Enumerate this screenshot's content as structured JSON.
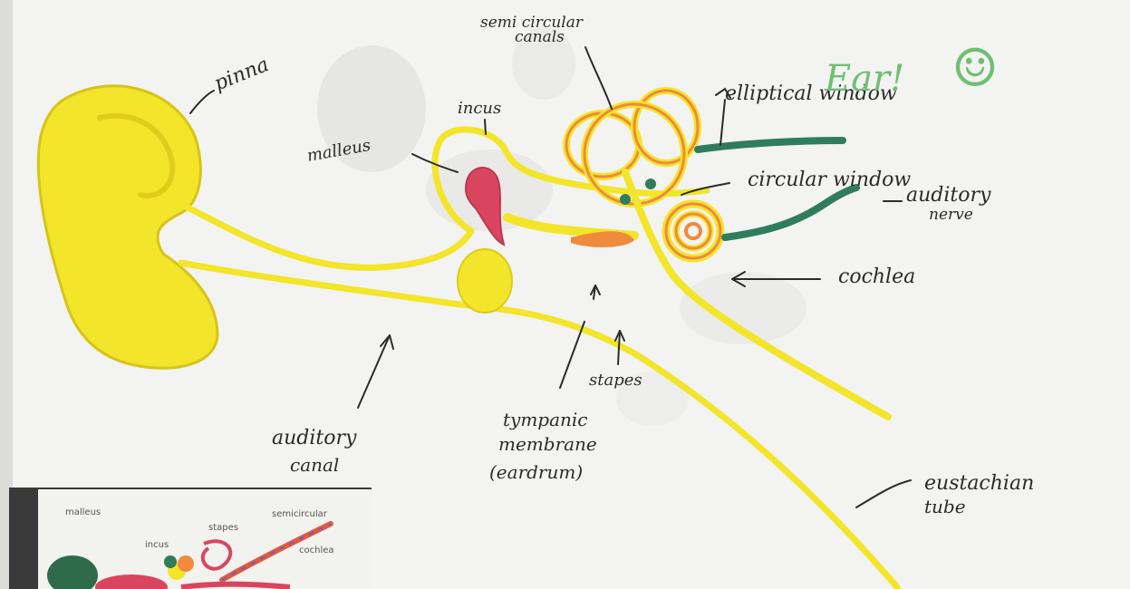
{
  "photo": {
    "title_note": "Ear!",
    "smiley": "☺",
    "labels": {
      "semicircular_canals_line1": "semi circular",
      "semicircular_canals_line2": "canals",
      "pinna": "pinna",
      "incus": "incus",
      "malleus": "malleus",
      "elliptical_window": "elliptical window",
      "circular_window": "circular window",
      "auditory_nerve_line1": "auditory",
      "auditory_nerve_line2": "nerve",
      "cochlea": "cochlea",
      "stapes": "stapes",
      "auditory_canal_line1": "auditory",
      "auditory_canal_line2": "canal",
      "tympanic_line1": "tympanic",
      "tympanic_line2": "membrane",
      "tympanic_line3": "(eardrum)",
      "eustachian_line1": "eustachian",
      "eustachian_line2": "tube"
    },
    "inset_labels": {
      "a": "malleus",
      "b": "incus",
      "c": "stapes",
      "d": "semicircular",
      "e": "cochlea"
    }
  },
  "colors": {
    "paper": "#f4f4f2",
    "clay_yellow": "#f2e52a",
    "clay_yellow_shade": "#e3cf1c",
    "clay_orange": "#f08a3c",
    "clay_red": "#d9455f",
    "clay_green": "#2f7d5a",
    "ink": "#2b2b2b",
    "marker_green": "#6fbf73"
  }
}
